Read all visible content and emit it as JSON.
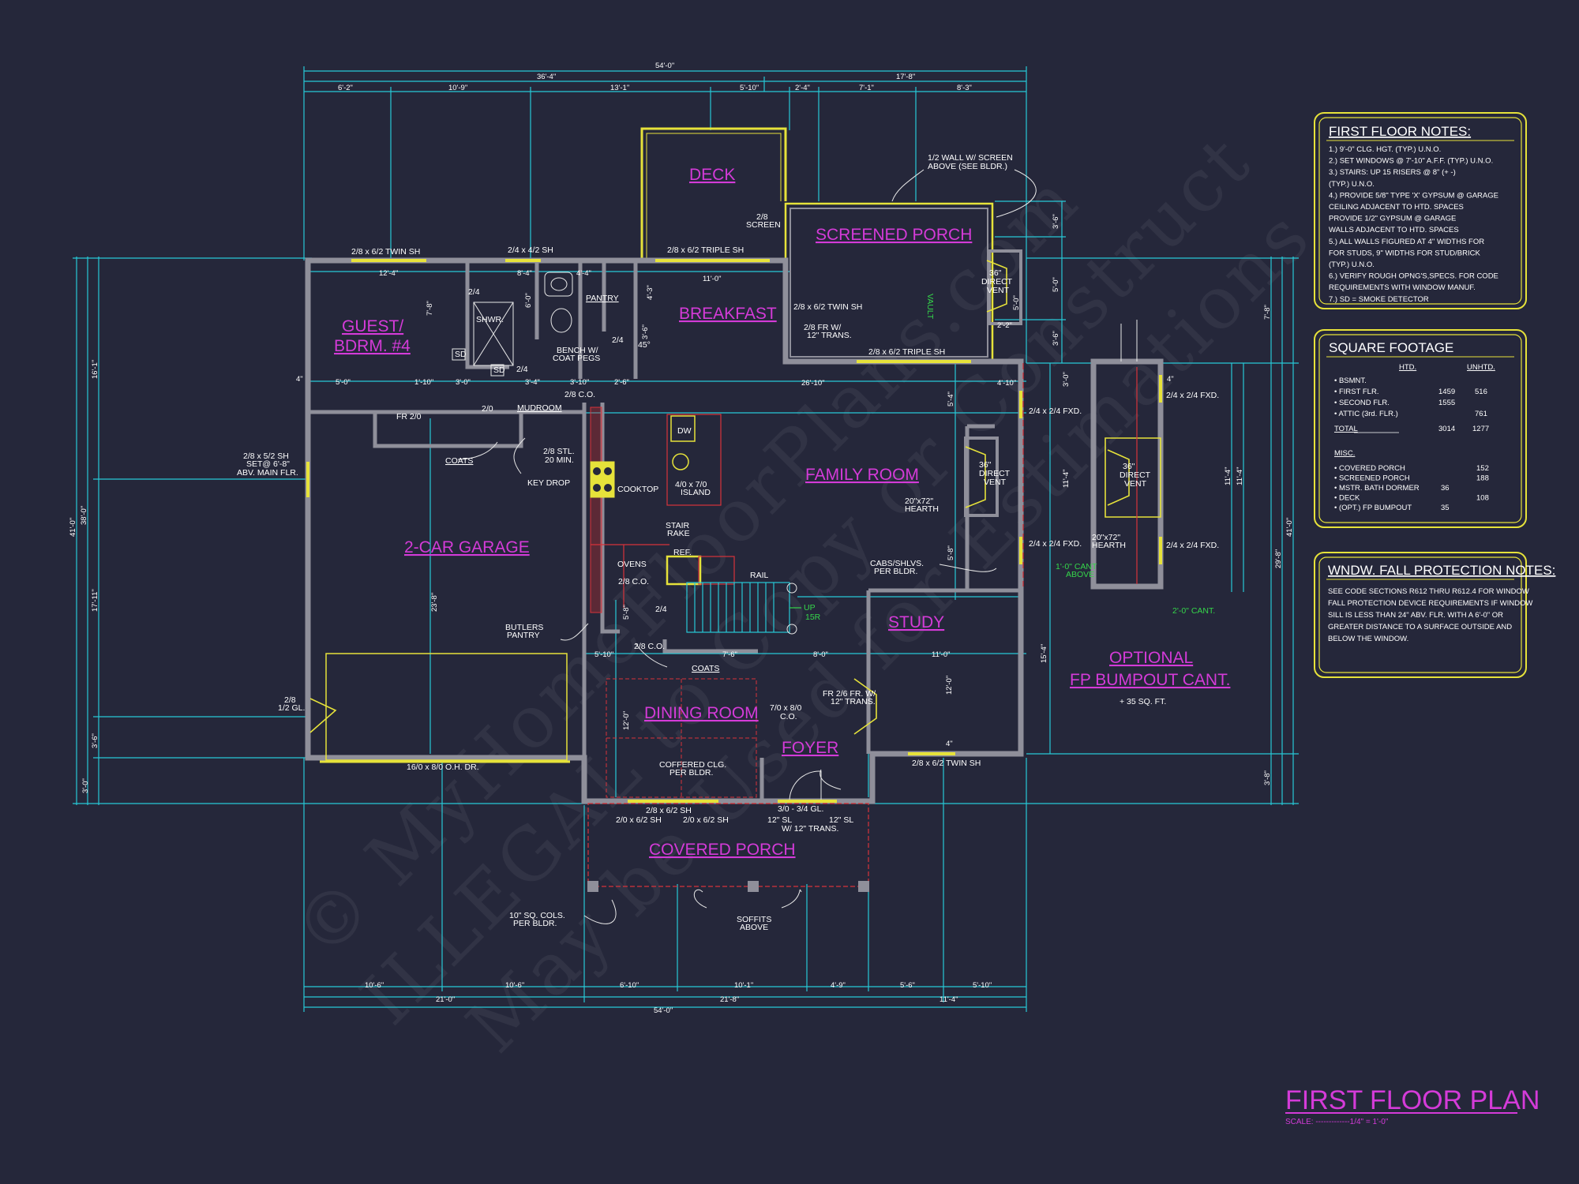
{
  "title": {
    "main": "FIRST FLOOR PLAN",
    "scale": "SCALE: -------------1/4\" = 1'-0\""
  },
  "watermark": [
    "© MyHomeFloorPlans.com",
    "ILLEGAL to Copy or Construct",
    "May be Used for Estimations"
  ],
  "rooms": {
    "deck": "DECK",
    "screened_porch": "SCREENED PORCH",
    "guest_1": "GUEST/",
    "guest_2": "BDRM. #4",
    "pantry": "PANTRY",
    "breakfast": "BREAKFAST",
    "mudroom": "MUDROOM",
    "family_room": "FAMILY ROOM",
    "garage": "2-CAR GARAGE",
    "study": "STUDY",
    "dining_room": "DINING ROOM",
    "foyer": "FOYER",
    "covered_porch": "COVERED PORCH",
    "optional_1": "OPTIONAL",
    "optional_2": "FP BUMPOUT CANT.",
    "optional_sqft": "+ 35 SQ. FT."
  },
  "labels": {
    "wall_screen_1": "1/2 WALL W/ SCREEN",
    "wall_screen_2": "ABOVE (SEE BLDR.)",
    "screen_door_1": "2/8",
    "screen_door_2": "SCREEN",
    "win_twin_guest": "2/8 x 6/2 TWIN SH",
    "win_bath": "2/4 x 4/2 SH",
    "win_triple_bkfst": "2/8 x 6/2 TRIPLE SH",
    "win_twin_porch": "2/8 x 6/2 TWIN SH",
    "fr_trans_1": "2/8 FR W/",
    "fr_trans_2": "12\" TRANS.",
    "win_triple_porch": "2/8 x 6/2 TRIPLE SH",
    "fp_vent_1": "36\"",
    "fp_vent_2": "DIRECT",
    "fp_vent_3": "VENT",
    "vault": "VAULT",
    "shwr": "SHWR.",
    "door_24a": "2/4",
    "door_24b": "2/4",
    "door_24c": "2/4",
    "bench_1": "BENCH W/",
    "bench_2": "COAT PEGS",
    "angle_45": "45°",
    "fr_20": "FR 2/0",
    "door_20": "2/0",
    "door_28co": "2/8 C.O.",
    "stl_1": "2/8 STL.",
    "stl_2": "20 MIN.",
    "coats_1": "COATS",
    "key_drop": "KEY DROP",
    "garage_door_1": "2/8 x 5/2 SH",
    "garage_door_2": "SET@ 6'-8\"",
    "garage_door_3": "ABV. MAIN FLR.",
    "dw": "DW",
    "island_1": "4/0 x 7/0",
    "island_2": "ISLAND",
    "cooktop": "COOKTOP",
    "stair_1": "STAIR",
    "stair_2": "RAKE",
    "ref": "REF.",
    "ovens": "OVENS",
    "co_28b": "2/8 C.O.",
    "rail": "RAIL",
    "up": "UP",
    "up_count": "15R",
    "door_24d": "2/4",
    "butlers_1": "BUTLERS",
    "butlers_2": "PANTRY",
    "co_28c": "2/8 C.O.",
    "coats_2": "COATS",
    "hearth_1": "20\"x72\"",
    "hearth_2": "HEARTH",
    "cabs_1": "CABS/SHLVS.",
    "cabs_2": "PER BLDR.",
    "fxd_1": "2/4 x 2/4 FXD.",
    "fxd_2": "2/4 x 2/4 FXD.",
    "fxd_3": "2/4 x 2/4 FXD.",
    "fxd_4": "2/4 x 2/4 FXD.",
    "cant_1": "1'-0\" CANT",
    "cant_2": "ABOVE",
    "cant_3": "2'-0\" CANT.",
    "hearth_3": "20\"x72\"",
    "hearth_4": "HEARTH",
    "gar_side_1": "2/8",
    "gar_side_2": "1/2 GL.",
    "oh_door": "16/0 x 8/0 O.H. DR.",
    "co_70_1": "7/0 x 8/0",
    "co_70_2": "C.O.",
    "fr26_1": "FR 2/6 FR. W/",
    "fr26_2": "12\" TRANS.",
    "coffered_1": "COFFERED CLG.",
    "coffered_2": "PER BLDR.",
    "win_dining": "2/8 x 6/2 SH",
    "win_dining_2": "2/0 x 6/2 SH",
    "win_dining_3": "2/0 x 6/2 SH",
    "front_door_1": "3/0 - 3/4 GL.",
    "front_door_2": "12\" SL",
    "front_door_3": "12\" SL",
    "front_door_4": "W/ 12\" TRANS.",
    "win_study": "2/8 x 6/2 TWIN SH",
    "cols_1": "10\" SQ. COLS.",
    "cols_2": "PER BLDR.",
    "soffits_1": "SOFFITS",
    "soffits_2": "ABOVE",
    "sd": "SD"
  },
  "dimensions": {
    "top_overall": "54'-0\"",
    "top_left": "36'-4\"",
    "top_right": "17'-8\"",
    "top_segments": [
      "6'-2\"",
      "10'-9\"",
      "13'-1\"",
      "5'-10\"",
      "2'-4\"",
      "7'-1\"",
      "8'-3\""
    ],
    "bottom_segments": [
      "10'-6\"",
      "10'-6\"",
      "6'-10\"",
      "10'-1\"",
      "4'-9\"",
      "5'-6\"",
      "5'-10\""
    ],
    "bottom_mid": [
      "21'-0\"",
      "21'-8\"",
      "11'-4\""
    ],
    "bottom_overall": "54'-0\"",
    "left_overall": "41'-0\"",
    "left_mid": "38'-0\"",
    "left_segments": [
      "16'-1\"",
      "17'-11\"",
      "3'-6\"",
      "3'-0\""
    ],
    "right_overall": "41'-0\"",
    "right_mid": "29'-8\"",
    "right_segments": [
      "7'-8\"",
      "11'-4\"",
      "11'-4\"",
      "3'-8\""
    ],
    "interior": [
      "12'-4\"",
      "8'-4\"",
      "4'-4\"",
      "11'-0\"",
      "7'-8\"",
      "6'-0\"",
      "4'-3\"",
      "3'-6\"",
      "5'-0\"",
      "1'-10\"",
      "3'-0\"",
      "3'-4\"",
      "3'-10\"",
      "2'-6\"",
      "26'-10\"",
      "5'-0\"",
      "3'-6\"",
      "3'-6\"",
      "5'-0\"",
      "2'-2\"",
      "5'-4\"",
      "5'-8\"",
      "11'-4\"",
      "4'-10\"",
      "3'-0\"",
      "5'-10\"",
      "7'-6\"",
      "8'-0\"",
      "11'-0\"",
      "12'-0\"",
      "12'-0\"",
      "23'-8\"",
      "5'-8\"",
      "15'-4\"",
      "4\"",
      "4\"",
      "4\""
    ]
  },
  "notes": {
    "title": "FIRST FLOOR NOTES:",
    "lines": [
      "1.) 9'-0\"  CLG. HGT. (TYP.) U.N.O.",
      "2.) SET WINDOWS @ 7'-10\" A.F.F. (TYP.) U.N.O.",
      "3.) STAIRS: UP 15 RISERS @ 8\" (+ -)",
      "     (TYP.) U.N.O.",
      "4.) PROVIDE 5/8\" TYPE 'X' GYPSUM @ GARAGE",
      "     CEILING ADJACENT TO HTD. SPACES",
      "     PROVIDE 1/2\" GYPSUM @ GARAGE",
      "     WALLS ADJACENT TO HTD. SPACES",
      "5.) ALL WALLS FIGURED AT 4\" WIDTHS FOR",
      "     FOR STUDS, 9\" WIDTHS FOR STUD/BRICK",
      "     (TYP.) U.N.O.",
      "6.) VERIFY ROUGH OPNG'S,SPECS. FOR CODE",
      "     REQUIREMENTS WITH WINDOW MANUF.",
      "7.) SD = SMOKE DETECTOR"
    ]
  },
  "square_footage": {
    "title": "SQUARE FOOTAGE",
    "col_htd": "HTD.",
    "col_unhtd": "UNHTD.",
    "rows": [
      {
        "label": "• BSMNT.",
        "htd": "",
        "unhtd": ""
      },
      {
        "label": "• FIRST FLR.",
        "htd": "1459",
        "unhtd": "516"
      },
      {
        "label": "• SECOND FLR.",
        "htd": "1555",
        "unhtd": ""
      },
      {
        "label": "• ATTIC (3rd. FLR.)",
        "htd": "",
        "unhtd": "761"
      }
    ],
    "total_label": "TOTAL",
    "total_htd": "3014",
    "total_unhtd": "1277",
    "misc_label": "MISC.",
    "misc_rows": [
      {
        "label": "• COVERED PORCH",
        "a": "",
        "b": "152"
      },
      {
        "label": "• SCREENED PORCH",
        "a": "",
        "b": "188"
      },
      {
        "label": "• MSTR. BATH DORMER",
        "a": "36",
        "b": ""
      },
      {
        "label": "• DECK",
        "a": "",
        "b": "108"
      },
      {
        "label": "• (OPT.) FP BUMPOUT",
        "a": "35",
        "b": ""
      }
    ]
  },
  "fall_notes": {
    "title": "WNDW. FALL PROTECTION NOTES:",
    "lines": [
      "SEE CODE SECTIONS R612 THRU R612.4 FOR WINDOW",
      "FALL PROTECTION DEVICE REQUIREMENTS IF WINDOW",
      "SILL IS LESS THAN 24\" ABV. FLR. WITH A 6'-0\" OR",
      "GREATER DISTANCE TO A SURFACE OUTSIDE AND",
      "BELOW THE WINDOW."
    ]
  },
  "colors": {
    "background": "#25273a",
    "room_label": "#d43bd8",
    "dimension": "#27c8d6",
    "accent": "#e6e23a",
    "wall": "#8f8f9a",
    "green": "#35d64a"
  }
}
